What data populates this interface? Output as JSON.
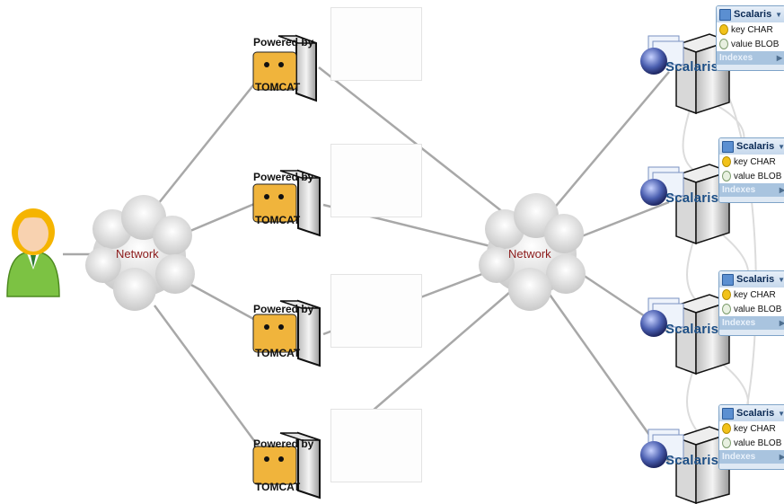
{
  "networks": [
    {
      "label": "Network"
    },
    {
      "label": "Network"
    }
  ],
  "tomcat_servers": [
    {
      "powered_by": "Powered by",
      "brand": "TOMCAT"
    },
    {
      "powered_by": "Powered by",
      "brand": "TOMCAT"
    },
    {
      "powered_by": "Powered by",
      "brand": "TOMCAT"
    },
    {
      "powered_by": "Powered by",
      "brand": "TOMCAT"
    }
  ],
  "scalaris_nodes": [
    {
      "label": "Scalaris"
    },
    {
      "label": "Scalaris"
    },
    {
      "label": "Scalaris"
    },
    {
      "label": "Scalaris"
    }
  ],
  "tables": [
    {
      "name": "Scalaris",
      "key": "key CHAR",
      "value": "value BLOB",
      "indexes": "Indexes"
    },
    {
      "name": "Scalaris",
      "key": "key CHAR",
      "value": "value BLOB",
      "indexes": "Indexes"
    },
    {
      "name": "Scalaris",
      "key": "key CHAR",
      "value": "value BLOB",
      "indexes": "Indexes"
    },
    {
      "name": "Scalaris",
      "key": "key CHAR",
      "value": "value BLOB",
      "indexes": "Indexes"
    }
  ],
  "colors": {
    "link": "#a8a8a8",
    "cloud": "#e9e9e9",
    "network_text": "#8b1a1a",
    "scalaris_text": "#1d4f86",
    "user_body": "#7cc243",
    "user_hair": "#f5b400"
  }
}
